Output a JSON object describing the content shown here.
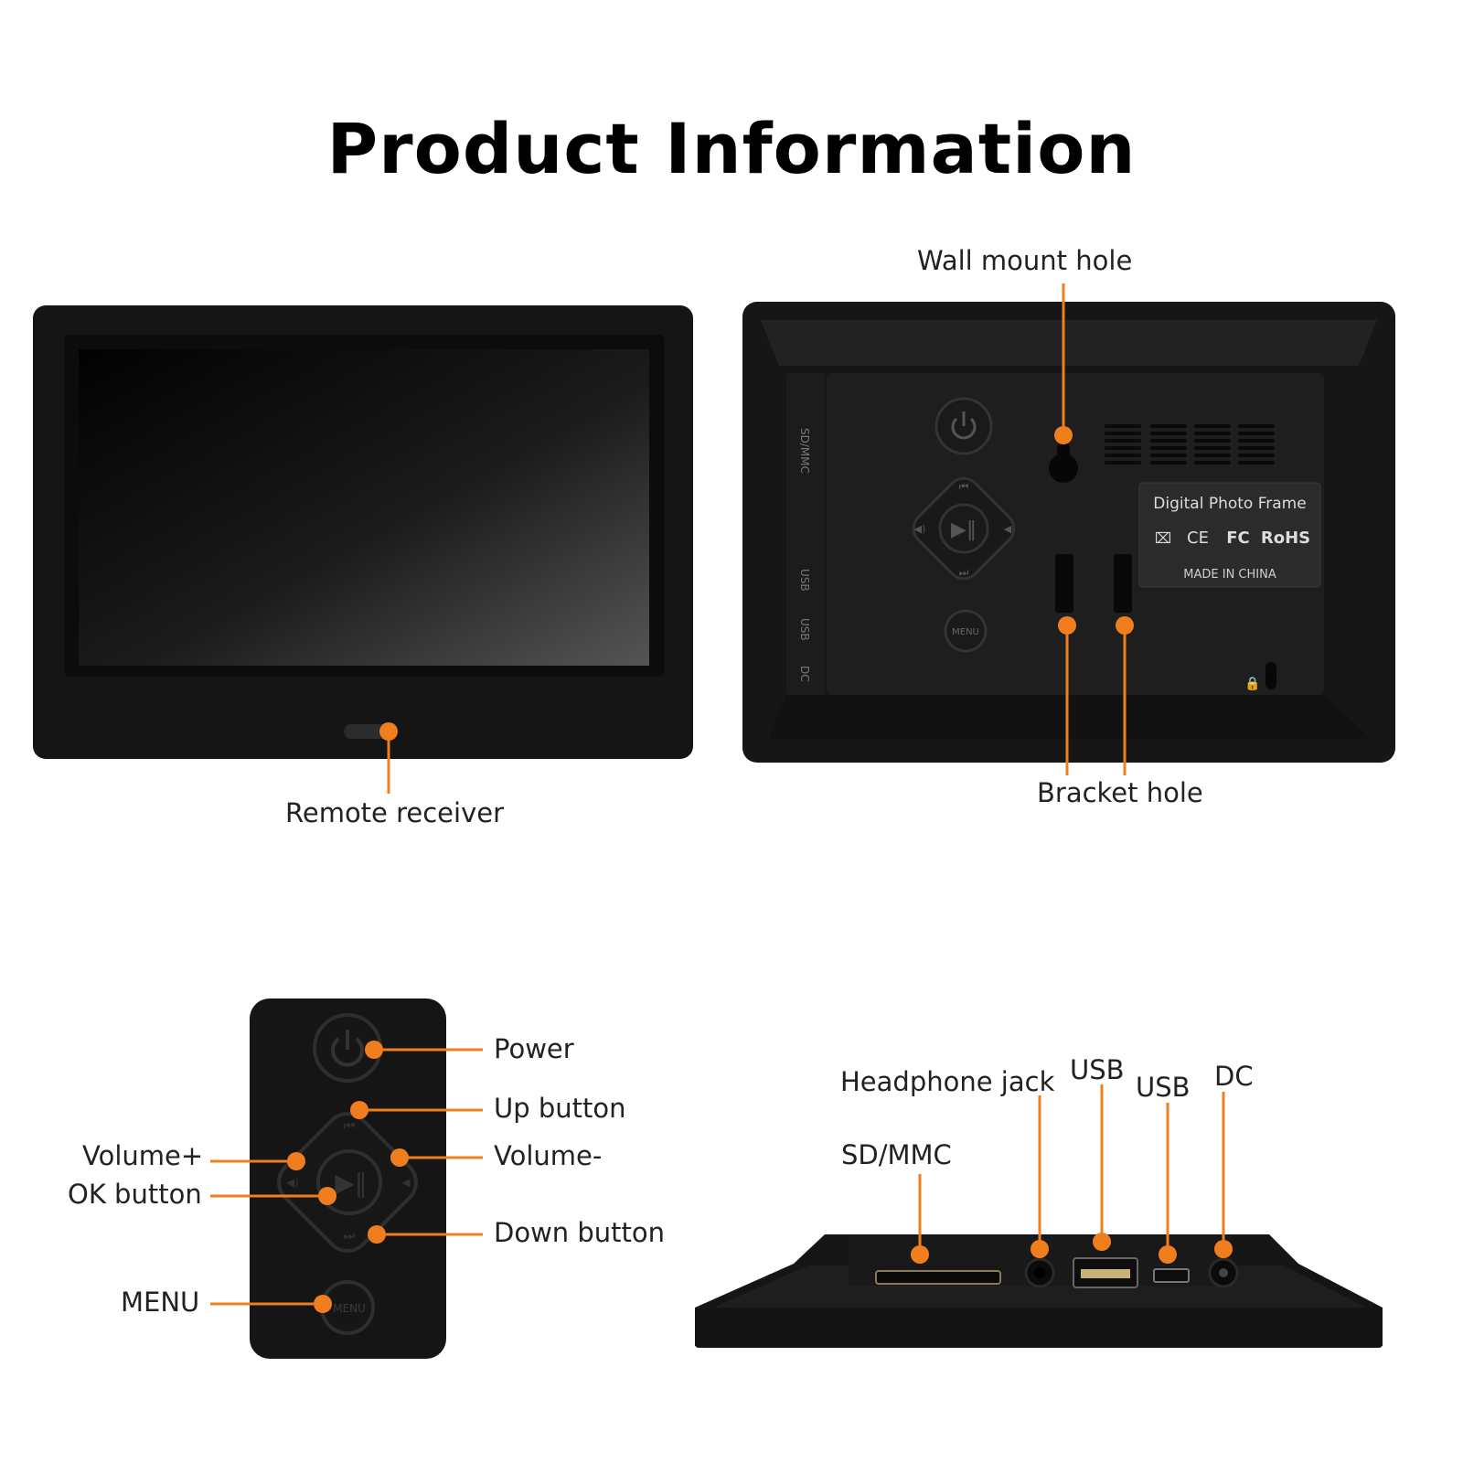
{
  "title": "Product Information",
  "colors": {
    "accent": "#f07d1e",
    "device": "#141414",
    "background": "#ffffff"
  },
  "labels": {
    "wall_mount_hole": "Wall mount hole",
    "remote_receiver": "Remote receiver",
    "bracket_hole": "Bracket hole",
    "power": "Power",
    "up_button": "Up button",
    "volume_plus": "Volume+",
    "volume_minus": "Volume-",
    "ok_button": "OK button",
    "down_button": "Down button",
    "menu": "MENU",
    "headphone_jack": "Headphone jack",
    "usb_a": "USB",
    "usb_mini": "USB",
    "dc": "DC",
    "sd_mmc": "SD/MMC"
  },
  "back_panel": {
    "sticker_title": "Digital Photo Frame",
    "certifications": [
      "CE",
      "FC",
      "RoHS"
    ],
    "made_in": "MADE IN CHINA",
    "side_ports": [
      "SD/MMC",
      "USB",
      "USB",
      "DC"
    ],
    "menu_button_text": "MENU"
  },
  "remote": {
    "menu_button_text": "MENU"
  },
  "icons": [
    "power-icon",
    "play-pause-icon",
    "prev-icon",
    "next-icon",
    "volume-up-icon",
    "volume-down-icon",
    "lock-icon",
    "weee-bin-icon"
  ]
}
